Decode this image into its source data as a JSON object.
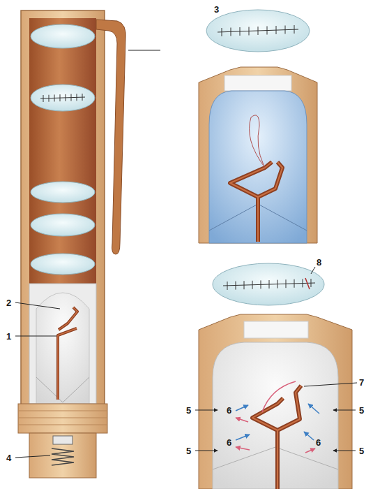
{
  "diagram": {
    "labels": [
      "2",
      "1",
      "4",
      "3",
      "8",
      "7",
      "5",
      "6",
      "5",
      "5",
      "6",
      "6",
      "5"
    ]
  }
}
